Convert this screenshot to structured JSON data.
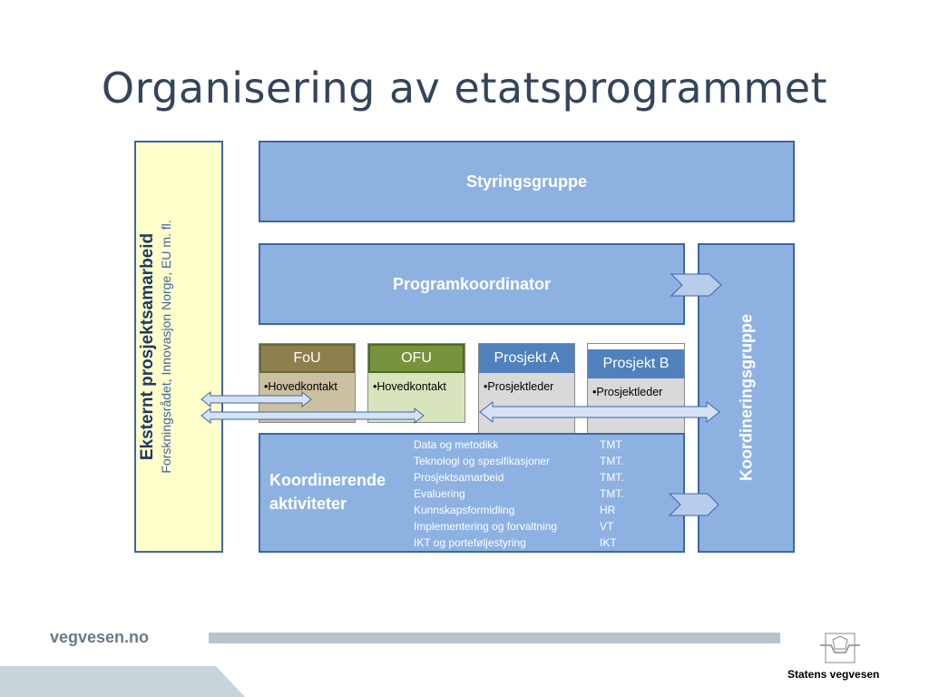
{
  "title": "Organisering av etatsprogrammet",
  "ekstern": {
    "title": "Eksternt prosjektsamarbeid",
    "subtitle": "Forskningsrådet, Innovasjon Norge, EU m. fl."
  },
  "styringsgruppe": "Styringsgruppe",
  "programkoordinator": "Programkoordinator",
  "koordineringsgruppe": "Koordineringsgruppe",
  "projects": [
    {
      "head": "FoU",
      "body": "•Hovedkontakt"
    },
    {
      "head": "OFU",
      "body": "•Hovedkontakt"
    },
    {
      "head": "Prosjekt A",
      "body": "•Prosjektleder"
    },
    {
      "head": "Prosjekt B",
      "body": "•Prosjektleder"
    }
  ],
  "koordinerende": {
    "label_line1": "Koordinerende",
    "label_line2": "aktiviteter",
    "activities": [
      {
        "name": "Data og metodikk",
        "owner": "TMT"
      },
      {
        "name": "Teknologi og spesifikasjoner",
        "owner": "TMT."
      },
      {
        "name": "Prosjektsamarbeid",
        "owner": "TMT."
      },
      {
        "name": "Evaluering",
        "owner": "TMT."
      },
      {
        "name": "Kunnskapsformidling",
        "owner": "HR"
      },
      {
        "name": "Implementering og forvaltning",
        "owner": "VT"
      },
      {
        "name": "IKT og porteføljestyring",
        "owner": "IKT"
      }
    ]
  },
  "footer": {
    "site": "vegvesen.no",
    "org": "Statens vegvesen"
  },
  "colors": {
    "box_fill": "#8db2e2",
    "box_border": "#3d66a3",
    "ekstern_fill": "#ffffcc",
    "fou_head": "#907f4e",
    "ofu_head": "#77933c",
    "prosjekt_head": "#4f81bd"
  }
}
